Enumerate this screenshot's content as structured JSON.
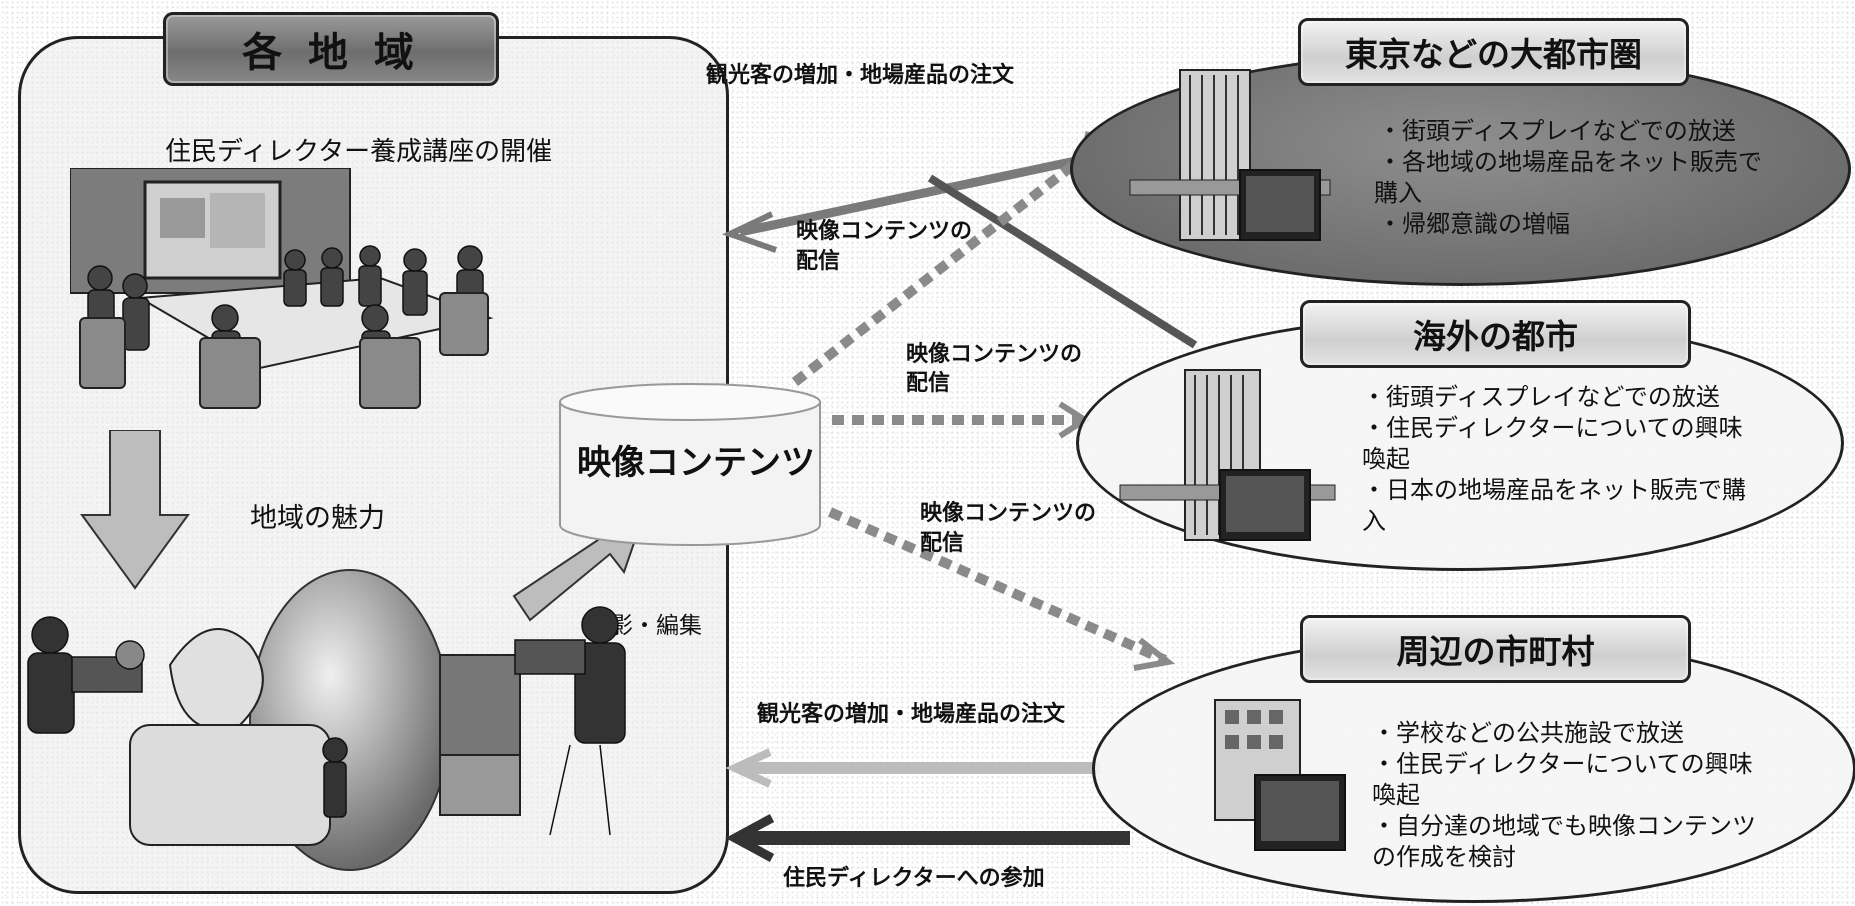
{
  "region": {
    "title": "各 地 域",
    "workshop_label": "住民ディレクター養成講座の開催",
    "charm_label": "地域の魅力",
    "filming_label": "撮影・編集"
  },
  "center": {
    "content_label": "映像コンテンツ"
  },
  "arrow_labels": {
    "top_order": "観光客の増加・地場産品の注文",
    "delivery_tokyo_line1": "映像コンテンツの",
    "delivery_tokyo_line2": "配信",
    "delivery_overseas_line1": "映像コンテンツの",
    "delivery_overseas_line2": "配信",
    "delivery_local_line1": "映像コンテンツの",
    "delivery_local_line2": "配信",
    "bottom_order": "観光客の増加・地場産品の注文",
    "participation": "住民ディレクターへの参加"
  },
  "tokyo": {
    "title": "東京などの大都市圏",
    "bullets": [
      "・街頭ディスプレイなどでの放送",
      "・各地域の地場産品をネット販売で",
      "購入",
      "・帰郷意識の増幅"
    ]
  },
  "overseas": {
    "title": "海外の都市",
    "bullets": [
      "・街頭ディスプレイなどでの放送",
      "・住民ディレクターについての興味",
      "喚起",
      "・日本の地場産品をネット販売で購",
      "入"
    ]
  },
  "local": {
    "title": "周辺の市町村",
    "bullets": [
      "・学校などの公共施設で放送",
      "・住民ディレクターについての興味",
      "喚起",
      "・自分達の地域でも映像コンテンツ",
      "の作成を検討"
    ]
  }
}
